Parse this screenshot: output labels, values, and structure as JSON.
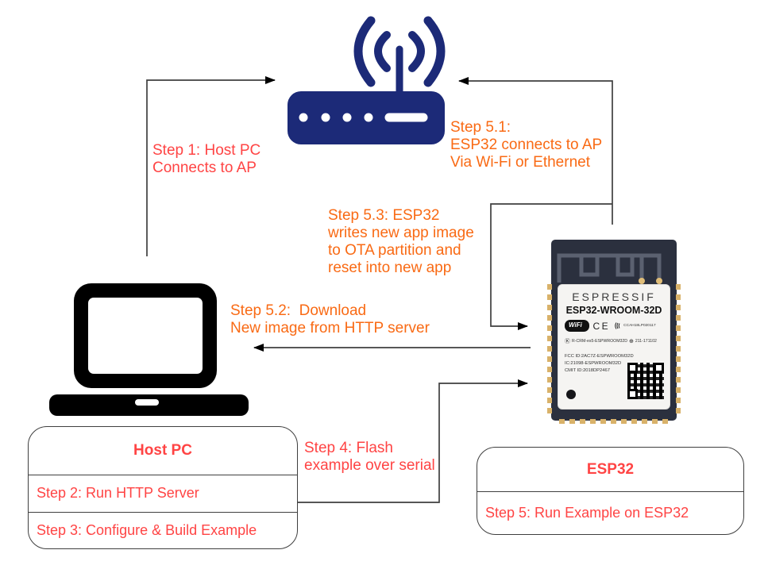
{
  "colors": {
    "router_navy": "#1c2a78",
    "step_red": "#ff4444",
    "step_orange": "#f96a14",
    "connector_line": "#3f3f3f"
  },
  "annotations": {
    "step1": "Step 1: Host PC\nConnects to AP",
    "step5_1": "Step 5.1:\nESP32 connects to AP\nVia Wi-Fi or Ethernet",
    "step5_3": "Step 5.3: ESP32\nwrites new app image\nto OTA partition and\nreset into new app",
    "step5_2": "Step 5.2:  Download\nNew image from HTTP server",
    "step4": "Step 4: Flash\nexample over serial"
  },
  "host_pc_box": {
    "title": "Host PC",
    "rows": [
      "Step 2: Run HTTP Server",
      "Step 3: Configure & Build Example"
    ]
  },
  "esp32_box": {
    "title": "ESP32",
    "rows": [
      "Step 5: Run Example on ESP32"
    ]
  },
  "module": {
    "brand": "ESPRESSIF",
    "model": "ESP32-WROOM-32D",
    "wifi_logo": "WiFi",
    "wifi_reg": "®",
    "ce_mark": "CE",
    "cert_id": "CCAH18LP020117",
    "kc_id": "R-CRM-es5-ESPWROOM32D",
    "kc_num": "211-171102",
    "fcc_line": "FCC ID:2AC7Z-ESPWROOM32D",
    "ic_line": "IC:21098-ESPWROOM32D",
    "cmit_line": "CMIT ID:2018DP2467"
  },
  "icons": {
    "kc_mark": "Ⓚ",
    "kcc_circle": "⊕"
  }
}
